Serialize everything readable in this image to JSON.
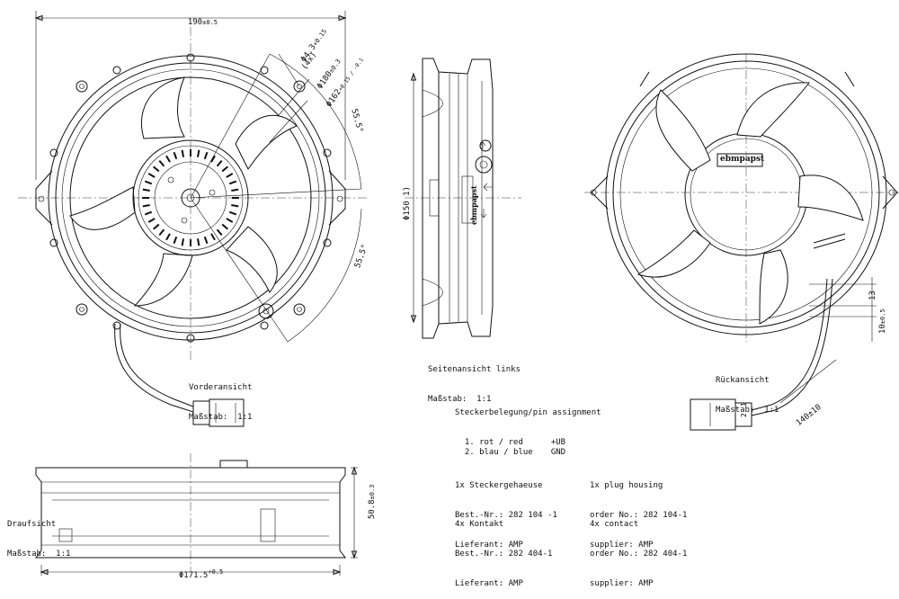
{
  "views": {
    "front": {
      "title": "Vorderansicht",
      "scale": "Maßstab:  1:1"
    },
    "side": {
      "title": "Seitenansicht links",
      "scale": "Maßstab:  1:1"
    },
    "rear": {
      "title": "Rückansicht",
      "scale": "Maßstab:  1:1"
    },
    "top": {
      "title": "Draufsicht",
      "scale": "Maßstab:  1:1"
    }
  },
  "dimensions": {
    "width_190": "190",
    "width_190_tol": "±0.5",
    "hole_dia": "Φ4.3",
    "hole_dia_tol": "+0.15",
    "hole_count": "(4x)",
    "pcd_180": "Φ180",
    "pcd_180_tol": "±0.3",
    "dia_162": "Φ162",
    "dia_162_tol": "+0.15 / -0.1",
    "angle_top": "55.5°",
    "angle_bottom": "55.5°",
    "dia_150": "Φ150 1)",
    "dim_13": "13",
    "dim_10": "10",
    "dim_10_tol": "±0.5",
    "cable_length": "140±10",
    "height_50_8": "50.8",
    "height_50_8_tol": "±0.3",
    "dia_171_5": "Φ171.5",
    "dia_171_5_tol": "+0.5"
  },
  "brand": "ebmpapst",
  "connector_pins": [
    "1",
    "2"
  ],
  "pin_assignment": {
    "title": "Steckerbelegung/pin assignment",
    "rows": [
      {
        "label": "1. rot / red",
        "signal": "+UB"
      },
      {
        "label": "2. blau / blue",
        "signal": "GND"
      }
    ]
  },
  "parts_de": [
    {
      "line1": "1x Steckergehaeuse",
      "line2": "Best.-Nr.: 282 104 -1",
      "line3": "Lieferant: AMP"
    },
    {
      "line1": "4x Kontakt",
      "line2": "Best.-Nr.: 282 404-1",
      "line3": "Lieferant: AMP"
    }
  ],
  "parts_en": [
    {
      "line1": "1x plug housing",
      "line2": "order No.: 282 104-1",
      "line3": "supplier: AMP"
    },
    {
      "line1": "4x contact",
      "line2": "order No.: 282 404-1",
      "line3": "supplier: AMP"
    }
  ]
}
